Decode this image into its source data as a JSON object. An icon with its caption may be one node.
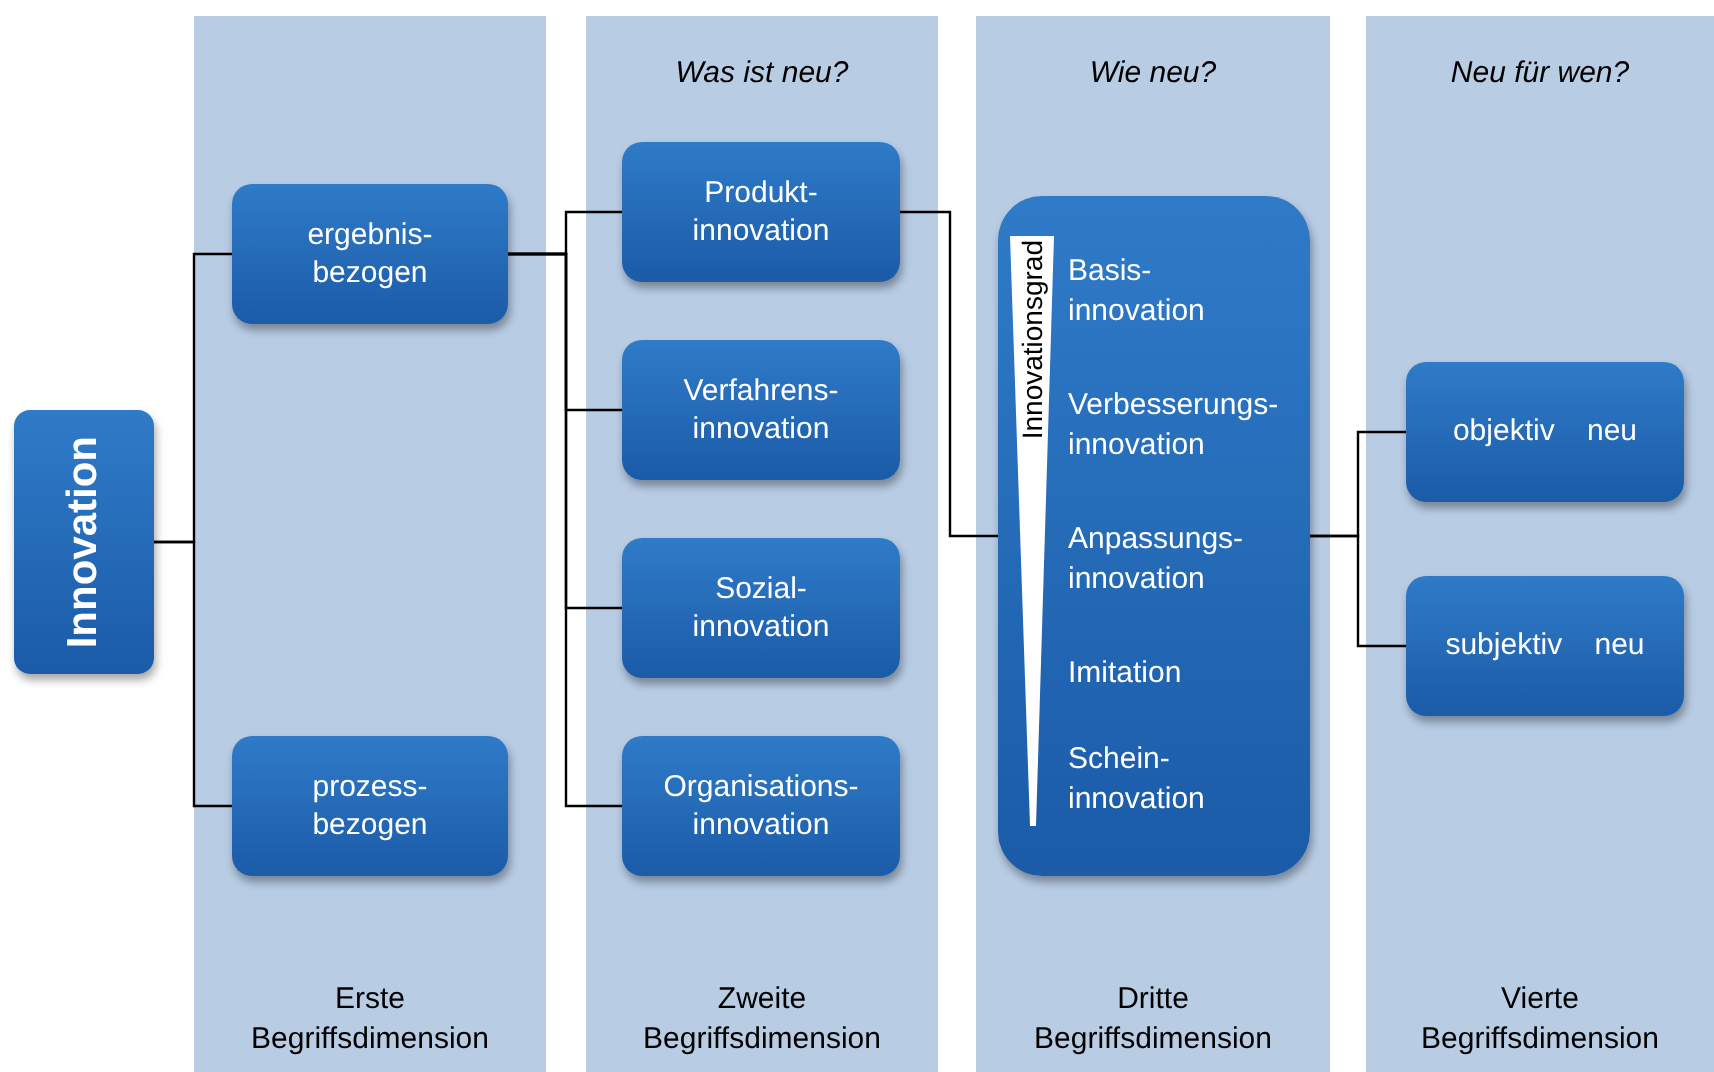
{
  "diagram": {
    "nodes": [
      {
        "text": [
          "Innovation"
        ]
      },
      {
        "text": [
          "Erste Begriffsdimension"
        ]
      },
      {
        "text": [
          "ergebnis- bezogen"
        ],
        "in": 1
      },
      {
        "text": [
          "prozess- bezogen"
        ],
        "in": 1
      },
      {
        "text": [
          "Was ist neu?",
          "Zweite Begriffsdimension"
        ]
      },
      {
        "text": [
          "Produkt- innovation"
        ],
        "in": 4
      },
      {
        "text": [
          "Verfahrens- innovation"
        ],
        "in": 4
      },
      {
        "text": [
          "Sozial- innovation"
        ],
        "in": 4
      },
      {
        "text": [
          "Organisations- innovation"
        ],
        "in": 4
      },
      {
        "text": [
          "Wie neu?",
          "Dritte Begriffsdimension"
        ]
      },
      {
        "text": [
          "Innovationsgrad",
          "Basis- innovation",
          "Verbesserungs- innovation",
          "Anpassungs- innovation",
          "Imitation",
          "Schein- innovation"
        ],
        "in": 9
      },
      {
        "text": [
          "Neu für wen?",
          "Vierte Begriffsdimension"
        ]
      },
      {
        "text": [
          "objektiv neu"
        ],
        "in": 11
      },
      {
        "text": [
          "subjektiv neu"
        ],
        "in": 11
      }
    ],
    "edges": [
      {
        "from": 0,
        "to": 2,
        "arrow": "none"
      },
      {
        "from": 0,
        "to": 3,
        "arrow": "none"
      },
      {
        "from": 2,
        "to": 5,
        "arrow": "none"
      },
      {
        "from": 2,
        "to": 6,
        "arrow": "none"
      },
      {
        "from": 2,
        "to": 7,
        "arrow": "none"
      },
      {
        "from": 2,
        "to": 8,
        "arrow": "none"
      },
      {
        "from": 5,
        "to": 10,
        "arrow": "none"
      },
      {
        "from": 10,
        "to": 12,
        "arrow": "none"
      },
      {
        "from": 10,
        "to": 13,
        "arrow": "none"
      }
    ]
  }
}
